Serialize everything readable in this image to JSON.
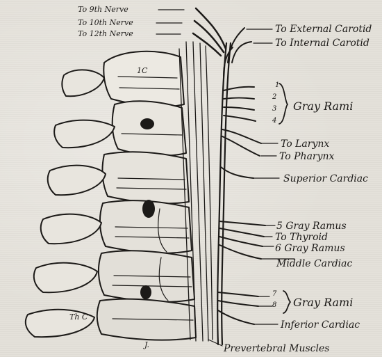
{
  "top_nerves": [
    "To 9th Nerve",
    "To 10th Nerve",
    "To 12th Nerve"
  ],
  "carotid": {
    "external": "To External Carotid",
    "internal": "To Internal Carotid"
  },
  "gray_rami_upper": {
    "numbers": [
      "1",
      "2",
      "3",
      "4"
    ],
    "label": "Gray Rami"
  },
  "larynx": "To Larynx",
  "pharynx": "To Pharynx",
  "superior_cardiac": "Superior Cardiac",
  "gray_ramus_5": "5  Gray Ramus",
  "thyroid": "To Thyroid",
  "gray_ramus_6": "6  Gray Ramus",
  "middle_cardiac": "Middle Cardiac",
  "gray_rami_lower": {
    "numbers": [
      "7",
      "8"
    ],
    "label": "Gray Rami"
  },
  "inferior_cardiac": "Inferior Cardiac",
  "prevertebral": "Prevertebral Muscles",
  "vertebra_labels": {
    "top": "1C",
    "bottom": "Th C",
    "footnote": "J."
  }
}
